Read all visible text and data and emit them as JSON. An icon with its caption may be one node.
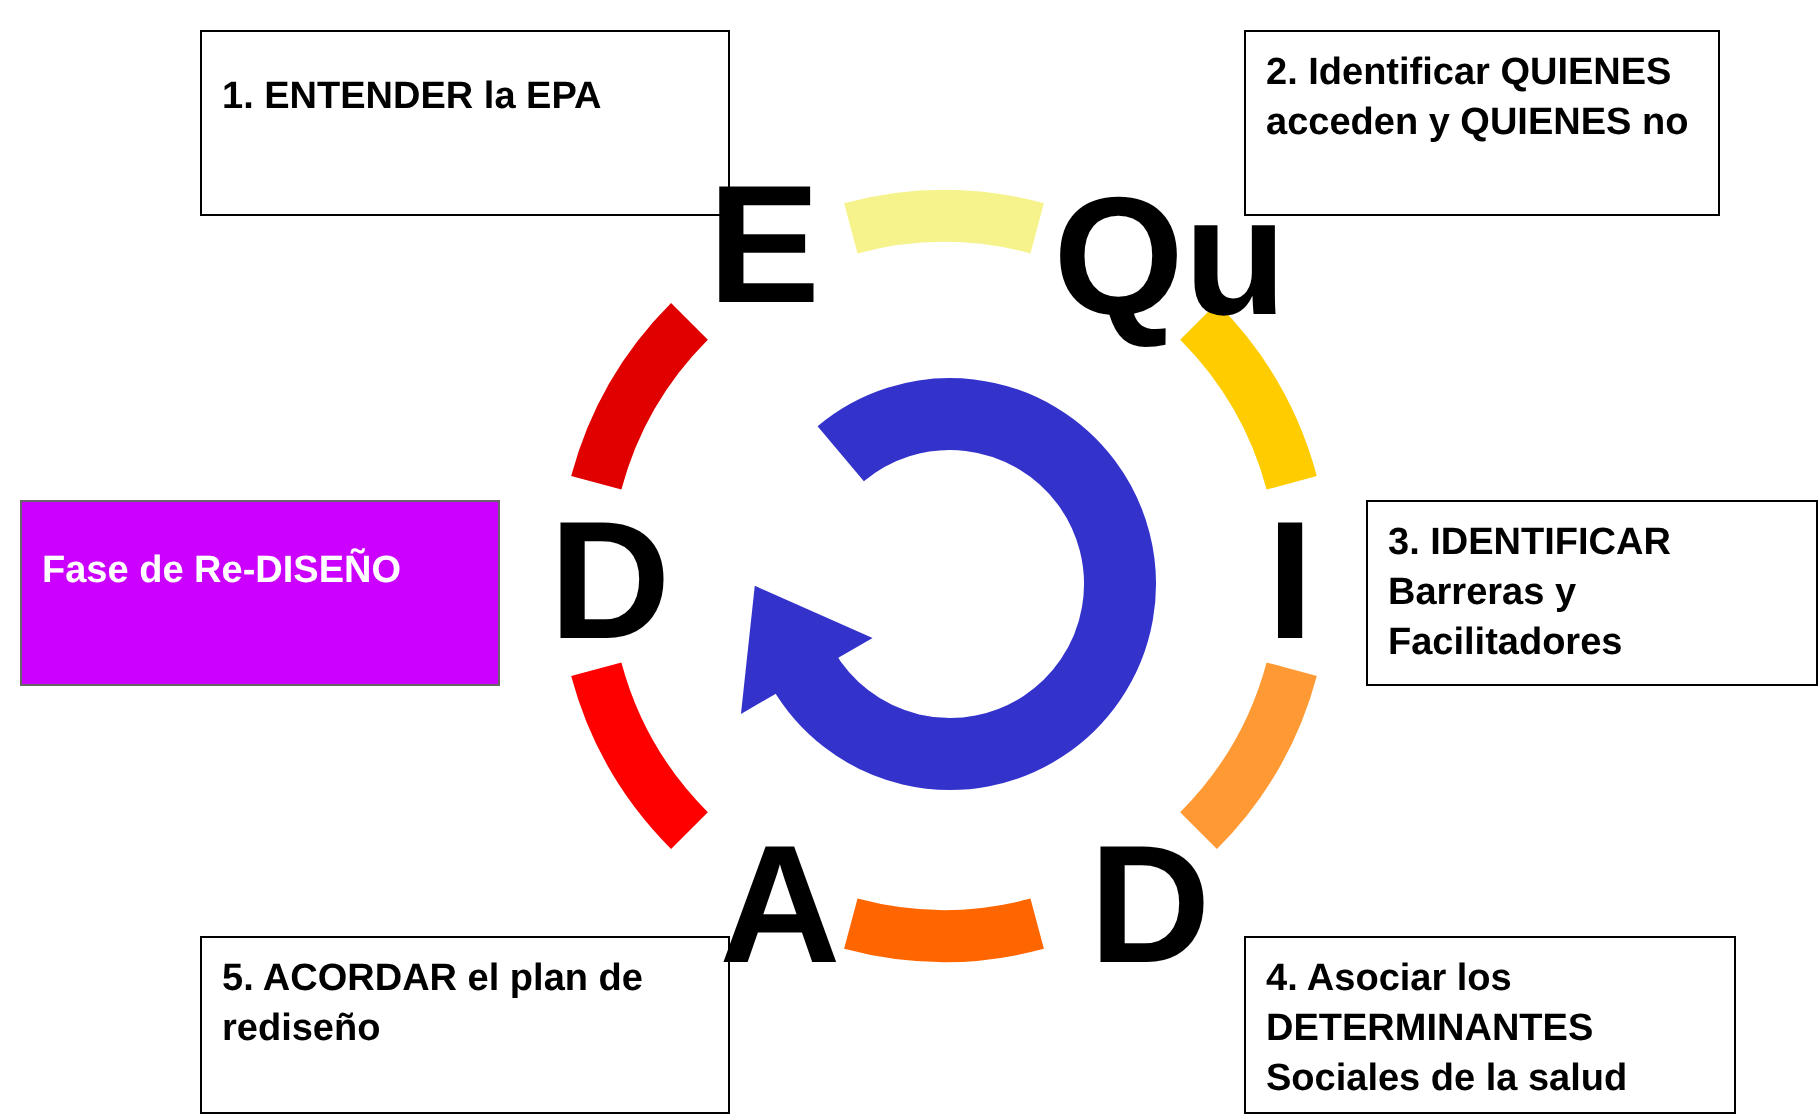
{
  "diagram": {
    "nodes": [
      {
        "text": [
          "1. ENTENDER la EPA"
        ]
      },
      {
        "text": [
          "2. Identificar QUIENES acceden y QUIENES no"
        ]
      },
      {
        "text": [
          "Fase de Re-DISEÑO"
        ]
      },
      {
        "text": [
          "3. IDENTIFICAR Barreras y Facilitadores"
        ]
      },
      {
        "text": [
          "5. ACORDAR el plan de rediseño"
        ]
      },
      {
        "text": [
          "4. Asociar los DETERMINANTES Sociales de la salud"
        ]
      }
    ],
    "edges": [],
    "labels": [
      "E",
      "Qu",
      "D",
      "I",
      "A",
      "D"
    ]
  }
}
